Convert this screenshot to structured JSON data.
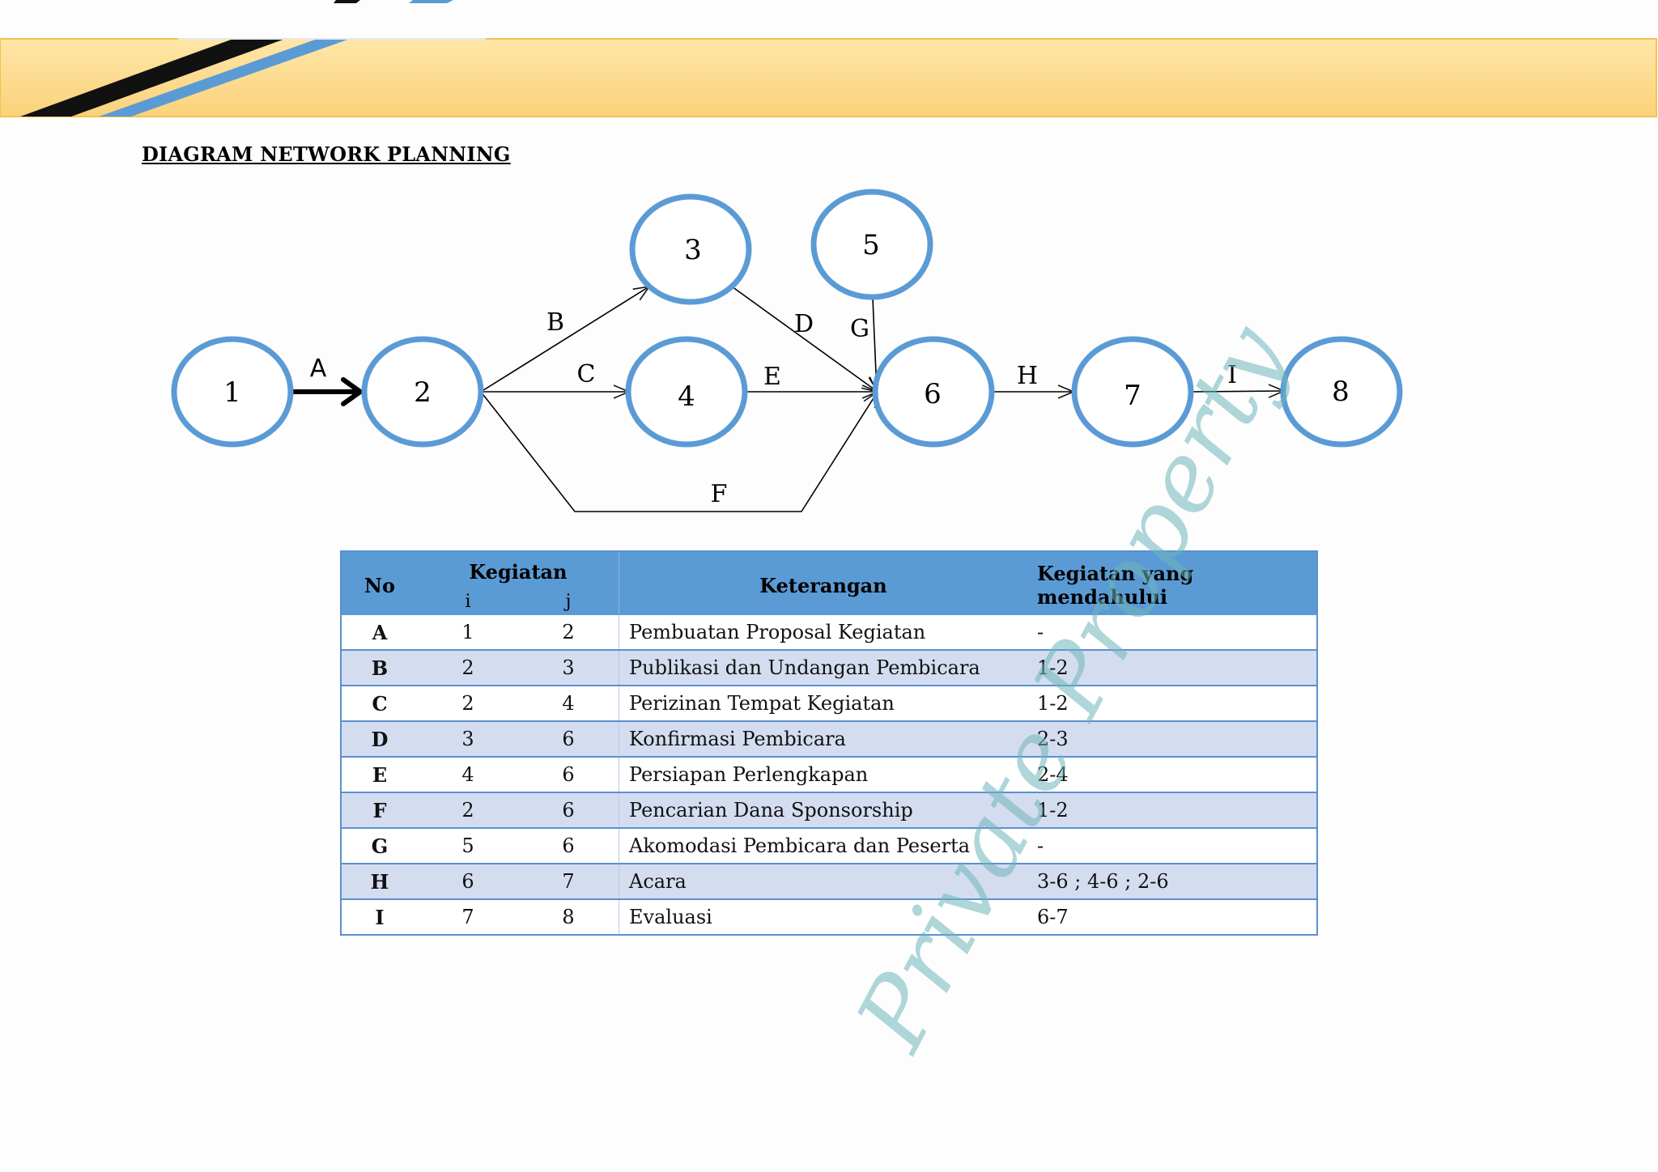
{
  "heading": "DIAGRAM NETWORK PLANNING",
  "watermark": "Private Property",
  "colors": {
    "header_band": "#fdd88a",
    "node_stroke": "#5b9bd5",
    "table_header": "#5b9bd5",
    "table_alt_row": "#d4ddf0"
  },
  "diagram": {
    "nodes": [
      "1",
      "2",
      "3",
      "4",
      "5",
      "6",
      "7",
      "8"
    ],
    "edges": [
      {
        "label": "A",
        "from": "1",
        "to": "2"
      },
      {
        "label": "B",
        "from": "2",
        "to": "3"
      },
      {
        "label": "C",
        "from": "2",
        "to": "4"
      },
      {
        "label": "D",
        "from": "3",
        "to": "6"
      },
      {
        "label": "E",
        "from": "4",
        "to": "6"
      },
      {
        "label": "F",
        "from": "2",
        "to": "6"
      },
      {
        "label": "G",
        "from": "5",
        "to": "6"
      },
      {
        "label": "H",
        "from": "6",
        "to": "7"
      },
      {
        "label": "I",
        "from": "7",
        "to": "8"
      }
    ]
  },
  "table": {
    "headers": {
      "no": "No",
      "kegiatan": "Kegiatan",
      "i": "i",
      "j": "j",
      "keterangan": "Keterangan",
      "pendahulu": "Kegiatan yang mendahului"
    },
    "rows": [
      {
        "no": "A",
        "i": "1",
        "j": "2",
        "ket": "Pembuatan Proposal Kegiatan",
        "pre": "-"
      },
      {
        "no": "B",
        "i": "2",
        "j": "3",
        "ket": "Publikasi dan Undangan Pembicara",
        "pre": "1-2"
      },
      {
        "no": "C",
        "i": "2",
        "j": "4",
        "ket": "Perizinan Tempat Kegiatan",
        "pre": "1-2"
      },
      {
        "no": "D",
        "i": "3",
        "j": "6",
        "ket": "Konfirmasi Pembicara",
        "pre": "2-3"
      },
      {
        "no": "E",
        "i": "4",
        "j": "6",
        "ket": "Persiapan Perlengkapan",
        "pre": "2-4"
      },
      {
        "no": "F",
        "i": "2",
        "j": "6",
        "ket": "Pencarian Dana Sponsorship",
        "pre": "1-2"
      },
      {
        "no": "G",
        "i": "5",
        "j": "6",
        "ket": "Akomodasi Pembicara dan Peserta",
        "pre": "-"
      },
      {
        "no": "H",
        "i": "6",
        "j": "7",
        "ket": "Acara",
        "pre": "3-6 ; 4-6 ; 2-6"
      },
      {
        "no": "I",
        "i": "7",
        "j": "8",
        "ket": "Evaluasi",
        "pre": "6-7"
      }
    ]
  }
}
